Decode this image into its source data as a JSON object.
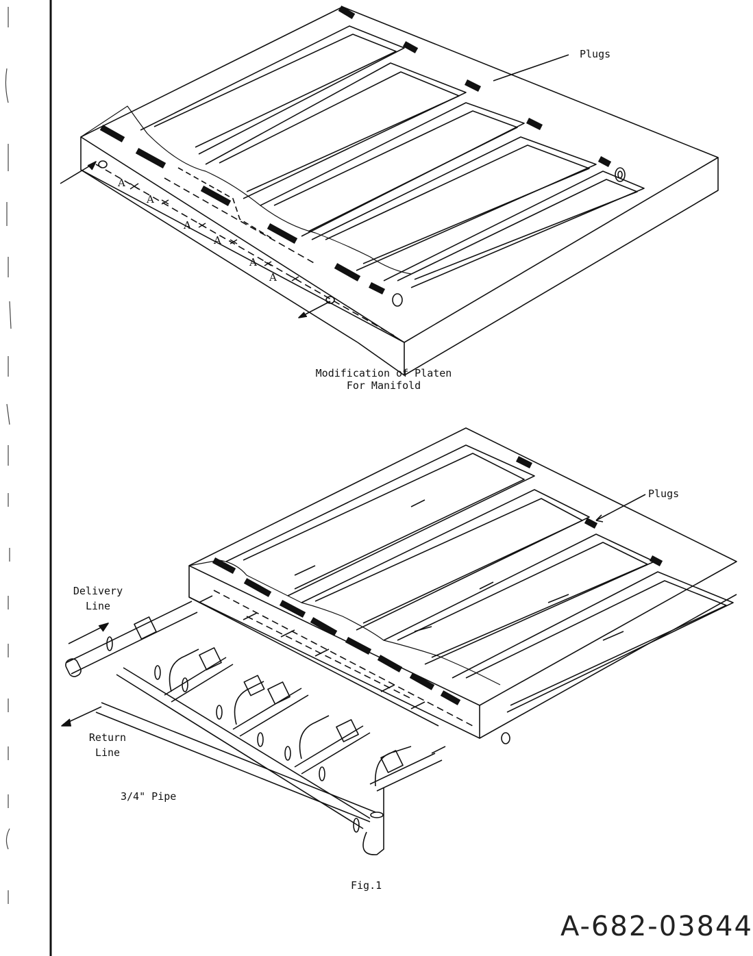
{
  "top_figure": {
    "plugs_label": "Plugs",
    "caption_line1": "Modification of Platen",
    "caption_line2": "For Manifold",
    "hole_marks": [
      "A",
      "A",
      "A",
      "A",
      "A",
      "A"
    ]
  },
  "bottom_figure": {
    "plugs_label": "Plugs",
    "delivery_label_line1": "Delivery",
    "delivery_label_line2": "Line",
    "return_label_line1": "Return",
    "return_label_line2": "Line",
    "pipe_label": "3/4\" Pipe",
    "fig_label": "Fig.1"
  },
  "document_number": "A-682-03844"
}
